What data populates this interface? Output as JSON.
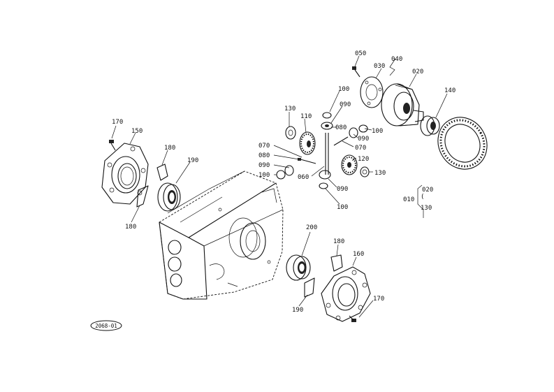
{
  "diagram_code": "2068-01",
  "callouts": {
    "c050": "050",
    "c030": "030",
    "c040": "040",
    "c020": "020",
    "c140": "140",
    "c100a": "100",
    "c090a": "090",
    "c080a": "080",
    "c100b": "100",
    "c090b": "090",
    "c070a": "070",
    "c130a": "130",
    "c110": "110",
    "c070b": "070",
    "c080b": "080",
    "c090c": "090",
    "c100c": "100",
    "c060": "060",
    "c120": "120",
    "c130b": "130",
    "c090d": "090",
    "c100d": "100",
    "c170a": "170",
    "c150": "150",
    "c180a": "180",
    "c190a": "190",
    "c180b": "180",
    "c200": "200",
    "c180c": "180",
    "c160": "160",
    "c190b": "190",
    "c170b": "170"
  },
  "group_legend": {
    "parent": "010",
    "child_1": "020",
    "child_2": "130"
  }
}
